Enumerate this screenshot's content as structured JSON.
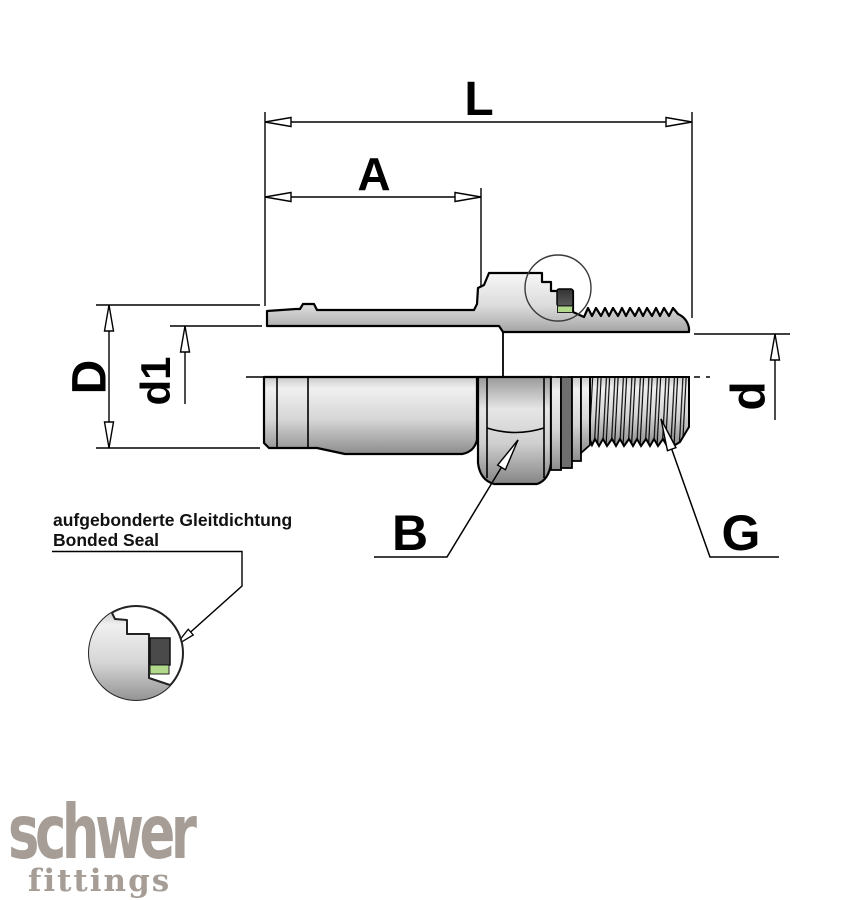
{
  "drawing": {
    "dimensions": {
      "L": "L",
      "A": "A",
      "D": "D",
      "d1": "d1",
      "d": "d",
      "B": "B",
      "G": "G"
    },
    "annotation": {
      "line1": "aufgebonderte Gleitdichtung",
      "line2": "Bonded Seal"
    }
  },
  "logo": {
    "name": "schwer",
    "sub": "fittings"
  },
  "colors": {
    "seal_green": "#b2d98b",
    "seal_dark": "#4a4a4a",
    "strip_dark": "#6e6e6e",
    "logo": "#a69e96"
  }
}
